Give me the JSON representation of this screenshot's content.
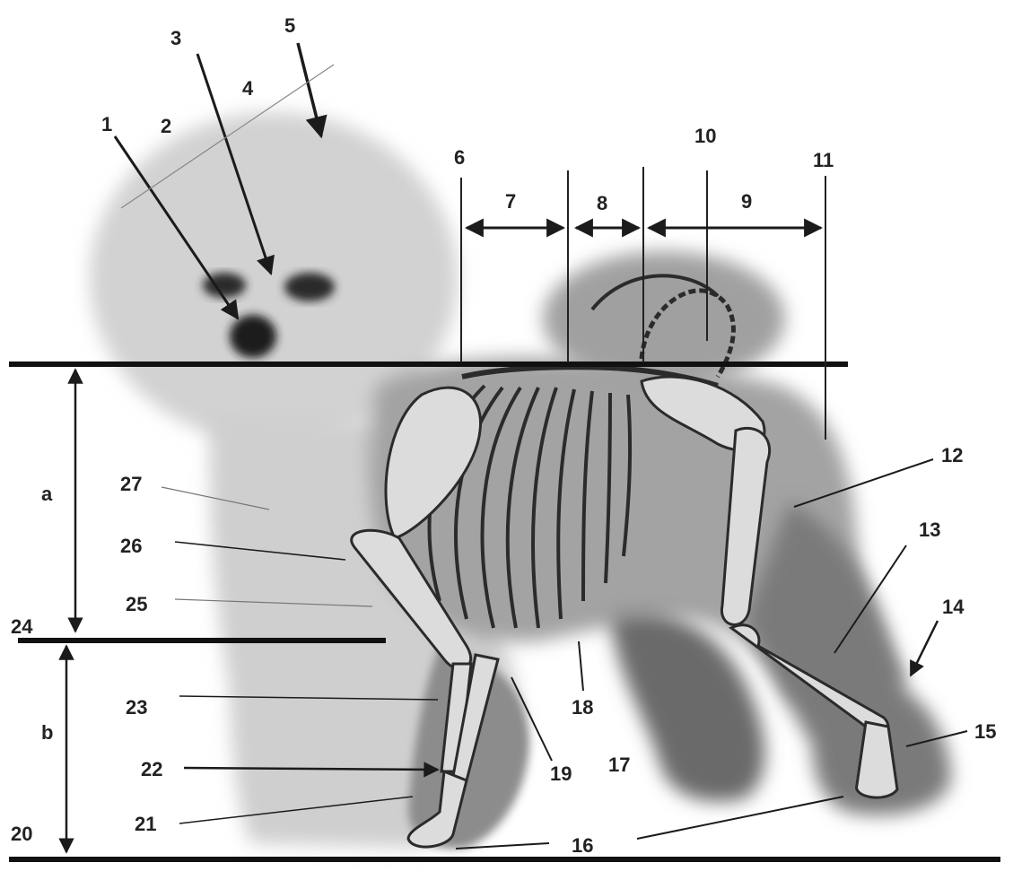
{
  "numbers": [
    "1",
    "2",
    "3",
    "4",
    "5",
    "6",
    "7",
    "8",
    "9",
    "10",
    "11",
    "12",
    "13",
    "14",
    "15",
    "16",
    "17",
    "18",
    "19",
    "20",
    "21",
    "22",
    "23",
    "24",
    "25",
    "26",
    "27"
  ],
  "letters": [
    "a",
    "b"
  ],
  "colors": {
    "ink": "#1b1b1b",
    "fur_light": "#cfcfcf",
    "fur_mid": "#9a9a9a",
    "fur_dark": "#5e5e5e",
    "bone": "#d8d8d8",
    "background": "#ffffff"
  }
}
